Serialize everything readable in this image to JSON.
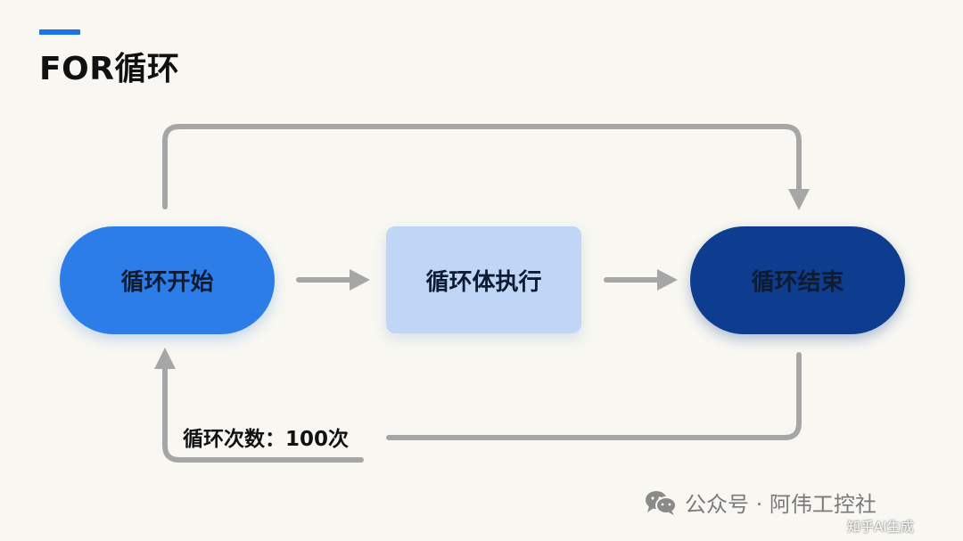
{
  "header": {
    "title": "FOR循环"
  },
  "flow": {
    "start_label": "循环开始",
    "body_label": "循环体执行",
    "end_label": "循环结束",
    "loop_count_label": "循环次数：100次"
  },
  "colors": {
    "accent": "#1a73e8",
    "start_fill": "#2d7de8",
    "body_fill": "#bfd6f6",
    "end_fill": "#0e3c8e",
    "arrow": "#a6a6a6"
  },
  "icons": {
    "watermark_icon": "wechat-icon",
    "arrowheads": "arrow-icon"
  },
  "watermark": {
    "text": "公众号 · 阿伟工控社",
    "corner_text": "知乎AI生成"
  }
}
